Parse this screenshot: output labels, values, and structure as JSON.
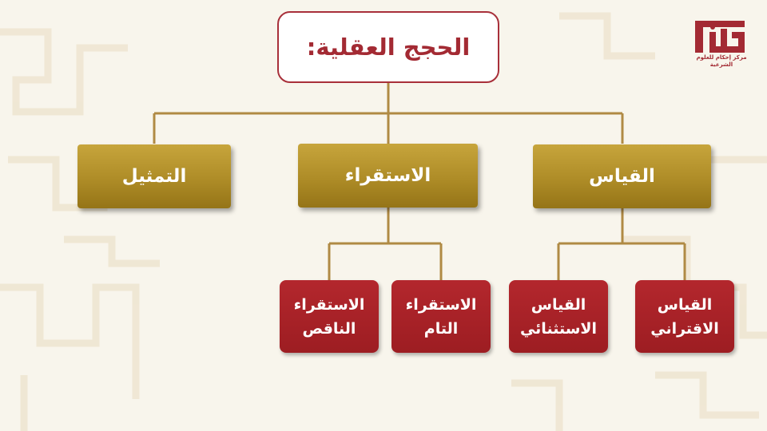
{
  "diagram": {
    "root": "الحجج العقلية:",
    "level1": [
      "التمثيل",
      "الاستقراء",
      "القياس"
    ],
    "level2": {
      "istiqra": [
        "الاستقراء\nالناقص",
        "الاستقراء\nالتام"
      ],
      "qiyas": [
        "القياس\nالاستثنائي",
        "القياس\nالاقتراني"
      ]
    }
  },
  "logo": {
    "name": "إحكام",
    "subtitle": "مركز إحكام للعلوم الشرعية",
    "tagline": ""
  },
  "colors": {
    "background": "#f8f5ec",
    "connector": "#b08a44",
    "gold_box": "#ae8c27",
    "red_box": "#a32028",
    "root_border": "#a8303a",
    "root_text": "#a32a33"
  },
  "icons": [
    "background-arabesque-pattern",
    "ihkam-logo-icon"
  ]
}
